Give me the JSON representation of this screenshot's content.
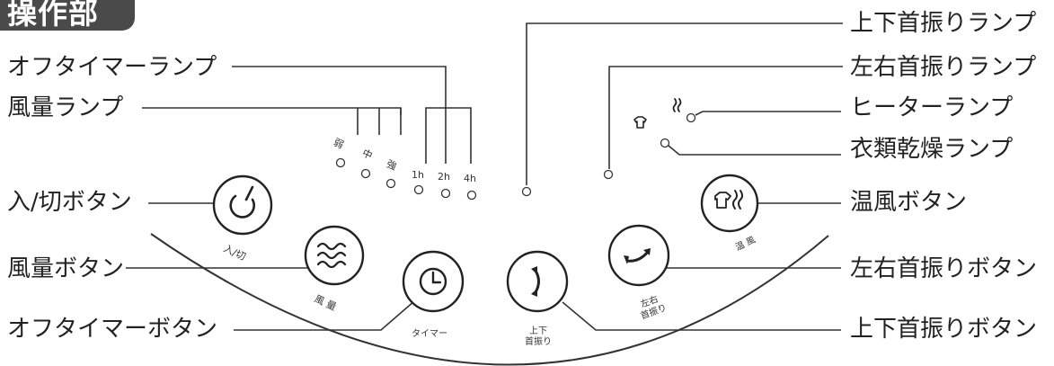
{
  "title": "操作部",
  "callouts_left": {
    "off_timer_lamp": "オフタイマーランプ",
    "fan_level_lamp": "風量ランプ",
    "power_button": "入/切ボタン",
    "fan_button": "風量ボタン",
    "off_timer_button": "オフタイマーボタン"
  },
  "callouts_right": {
    "vertical_swing_lamp": "上下首振りランプ",
    "horizontal_swing_lamp": "左右首振りランプ",
    "heater_lamp": "ヒーターランプ",
    "clothes_dry_lamp": "衣類乾燥ランプ",
    "warm_air_button": "温風ボタン",
    "horizontal_swing_button": "左右首振りボタン",
    "vertical_swing_button": "上下首振りボタン"
  },
  "panel": {
    "fan_levels": [
      "弱",
      "中",
      "強"
    ],
    "timer_hours": [
      "1h",
      "2h",
      "4h"
    ],
    "power_label": "入/切",
    "fan_label": "風 量",
    "timer_label": "タイマー",
    "vertical_label_1": "上下",
    "vertical_label_2": "首振り",
    "horizontal_label_1": "左右",
    "horizontal_label_2": "首振り",
    "warm_label": "温 風"
  },
  "icons": {
    "power": "power-icon",
    "fan": "wind-waves-icon",
    "timer": "clock-icon",
    "vertical_swing": "vertical-swing-arrow-icon",
    "horizontal_swing": "horizontal-swing-arrow-icon",
    "shirt": "shirt-icon",
    "heat": "heat-wave-icon"
  }
}
